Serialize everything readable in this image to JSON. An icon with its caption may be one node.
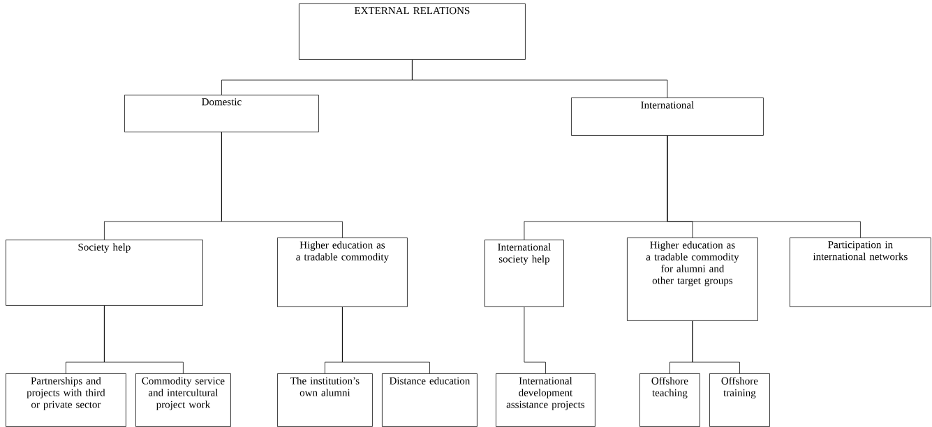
{
  "diagram": {
    "nodes": [
      {
        "text": [
          "EXTERNAL RELATIONS"
        ]
      },
      {
        "text": [
          "Domestic"
        ]
      },
      {
        "text": [
          "International"
        ]
      },
      {
        "text": [
          "Society help"
        ]
      },
      {
        "text": [
          "Higher education as a tradable commodity"
        ]
      },
      {
        "text": [
          "International society help"
        ]
      },
      {
        "text": [
          "Higher education as a tradable commodity for alumni and other target groups"
        ]
      },
      {
        "text": [
          "Participation in international networks"
        ]
      },
      {
        "text": [
          "Partnerships and projects with third or private sector"
        ]
      },
      {
        "text": [
          "Commodity service and intercultural project work"
        ]
      },
      {
        "text": [
          "The institution’s own alumni"
        ]
      },
      {
        "text": [
          "Distance education"
        ]
      },
      {
        "text": [
          "International development assistance projects"
        ]
      },
      {
        "text": [
          "Offshore teaching"
        ]
      },
      {
        "text": [
          "Offshore training"
        ]
      }
    ],
    "edges": [
      {
        "from": 0,
        "to": 1,
        "arrow": "none"
      },
      {
        "from": 0,
        "to": 2,
        "arrow": "none"
      },
      {
        "from": 1,
        "to": 3,
        "arrow": "none"
      },
      {
        "from": 1,
        "to": 4,
        "arrow": "none"
      },
      {
        "from": 2,
        "to": 5,
        "arrow": "none"
      },
      {
        "from": 2,
        "to": 6,
        "arrow": "none"
      },
      {
        "from": 2,
        "to": 7,
        "arrow": "none"
      },
      {
        "from": 3,
        "to": 8,
        "arrow": "none"
      },
      {
        "from": 3,
        "to": 9,
        "arrow": "none"
      },
      {
        "from": 4,
        "to": 10,
        "arrow": "none"
      },
      {
        "from": 4,
        "to": 11,
        "arrow": "none"
      },
      {
        "from": 5,
        "to": 12,
        "arrow": "none"
      },
      {
        "from": 6,
        "to": 13,
        "arrow": "none"
      },
      {
        "from": 6,
        "to": 14,
        "arrow": "none"
      }
    ]
  }
}
